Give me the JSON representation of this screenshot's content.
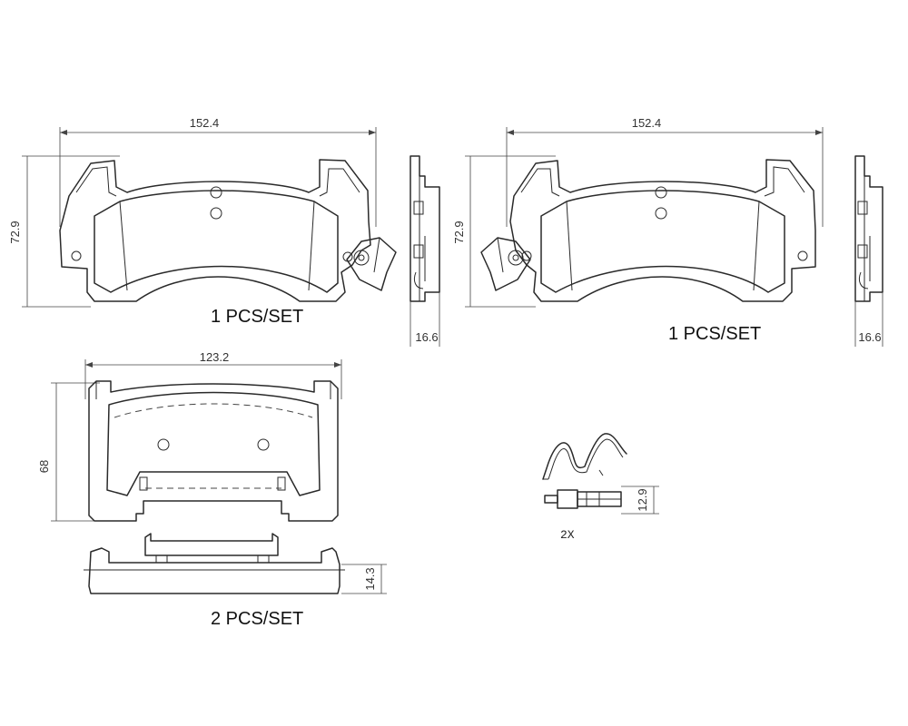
{
  "pad_top_left": {
    "width_dim": "152.4",
    "height_dim": "72.9",
    "thickness_dim": "16.6",
    "qty_label": "1 PCS/SET"
  },
  "pad_top_right": {
    "width_dim": "152.4",
    "height_dim": "72.9",
    "thickness_dim": "16.6",
    "qty_label": "1 PCS/SET"
  },
  "pad_bottom": {
    "width_dim": "123.2",
    "height_dim": "68",
    "thickness_dim": "14.3",
    "qty_label": "2 PCS/SET"
  },
  "clip_hardware": {
    "height_dim": "12.9",
    "qty_label": "2X"
  }
}
